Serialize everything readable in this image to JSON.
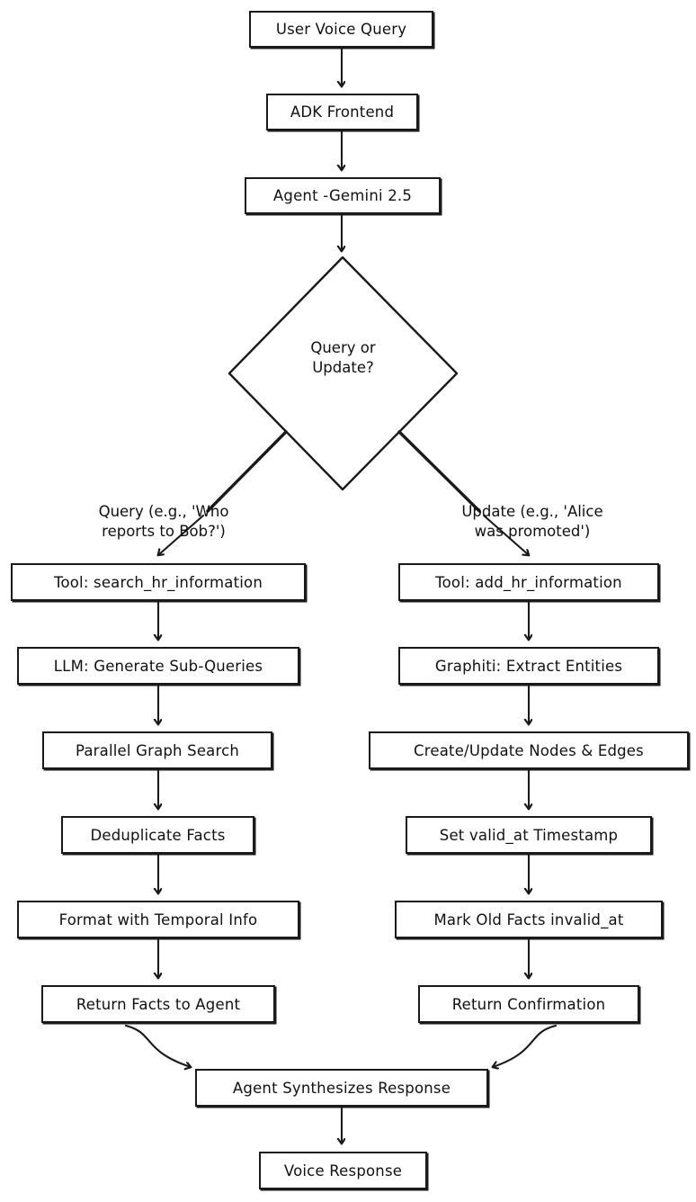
{
  "diagram": {
    "type": "flowchart",
    "title": "HR Voice Agent Query/Update Flow",
    "background_color": "#ffffff",
    "stroke_color": "#1a1a1a",
    "text_color": "#111111",
    "nodes": [
      {
        "id": "user_voice_query",
        "shape": "box",
        "label": "User Voice Query"
      },
      {
        "id": "adk_frontend",
        "shape": "box",
        "label": "ADK Frontend"
      },
      {
        "id": "agent_gemini",
        "shape": "box",
        "label": "Agent -Gemini 2.5"
      },
      {
        "id": "query_or_update",
        "shape": "diamond",
        "label_line1": "Query or",
        "label_line2": "Update?"
      },
      {
        "id": "tool_search_hr",
        "shape": "box",
        "label": "Tool: search_hr_information"
      },
      {
        "id": "llm_sub_queries",
        "shape": "box",
        "label": "LLM: Generate Sub-Queries"
      },
      {
        "id": "parallel_graph_search",
        "shape": "box",
        "label": "Parallel Graph Search"
      },
      {
        "id": "deduplicate_facts",
        "shape": "box",
        "label": "Deduplicate Facts"
      },
      {
        "id": "format_temporal_info",
        "shape": "box",
        "label": "Format with Temporal Info"
      },
      {
        "id": "return_facts_to_agent",
        "shape": "box",
        "label": "Return Facts to Agent"
      },
      {
        "id": "tool_add_hr",
        "shape": "box",
        "label": "Tool: add_hr_information"
      },
      {
        "id": "graphiti_extract",
        "shape": "box",
        "label": "Graphiti: Extract Entities"
      },
      {
        "id": "create_update_nodes",
        "shape": "box",
        "label": "Create/Update Nodes & Edges"
      },
      {
        "id": "set_valid_at",
        "shape": "box",
        "label": "Set valid_at Timestamp"
      },
      {
        "id": "mark_old_facts",
        "shape": "box",
        "label": "Mark Old Facts invalid_at"
      },
      {
        "id": "return_confirmation",
        "shape": "box",
        "label": "Return Confirmation"
      },
      {
        "id": "agent_synthesizes",
        "shape": "box",
        "label": "Agent Synthesizes Response"
      },
      {
        "id": "voice_response",
        "shape": "box",
        "label": "Voice Response"
      }
    ],
    "edge_labels": {
      "query_branch": "Query (e.g., 'Who\nreports to Bob?')",
      "update_branch": "Update (e.g., 'Alice\nwas promoted')"
    }
  }
}
